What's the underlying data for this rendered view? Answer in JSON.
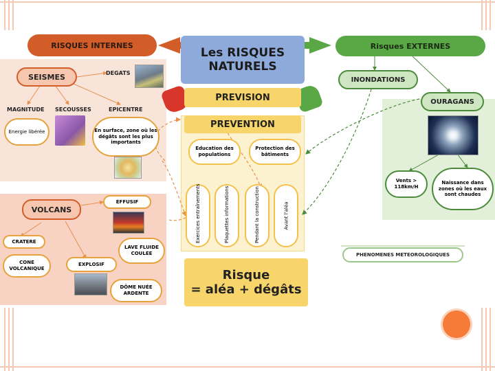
{
  "center": {
    "title_line1": "Les RISQUES",
    "title_line2": "NATURELS",
    "prevision": "PREVISION",
    "prevention": "PREVENTION",
    "education": "Education des populations",
    "protection": "Protection des bâtiments",
    "pillars": [
      "Exercices entraînements",
      "Plaquettes informations",
      "Pendant la construction",
      "Avant l'aléa"
    ],
    "formula_line1": "Risque",
    "formula_line2": "= aléa + dégâts"
  },
  "internal": {
    "header": "RISQUES INTERNES",
    "seismes": {
      "title": "SEISMES",
      "degats": "DEGATS",
      "magnitude": "MAGNITUDE",
      "secousses": "SECOUSSES",
      "epicentre": "EPICENTRE",
      "energie": "Energie libérée",
      "epicentre_desc": "En surface, zone où les dégâts sont les plus importants"
    },
    "volcans": {
      "title": "VOLCANS",
      "effusif": "EFFUSIF",
      "cratere": "CRATERE",
      "cone": "CONE VOLCANIQUE",
      "explosif": "EXPLOSIF",
      "lave": "LAVE FLUIDE COULEE",
      "dome": "DÔME NUÉE ARDENTE"
    }
  },
  "external": {
    "header": "Risques EXTERNES",
    "inondations": "INONDATIONS",
    "ouragans": "OURAGANS",
    "vents": "Vents > 118km/H",
    "naissance": "Naissance dans zones où les eaux sont chaudes",
    "phenomenes": "PHENOMENES METEOROLOGIQUES"
  },
  "colors": {
    "internal_header": "#d35d29",
    "center_blue": "#8eaadb",
    "center_yellow": "#f7d56a",
    "external_green": "#5aa845",
    "pink_panel": "#f9d9cb",
    "green_panel": "#e2f0d9",
    "deco_circle": "#f47b38"
  }
}
